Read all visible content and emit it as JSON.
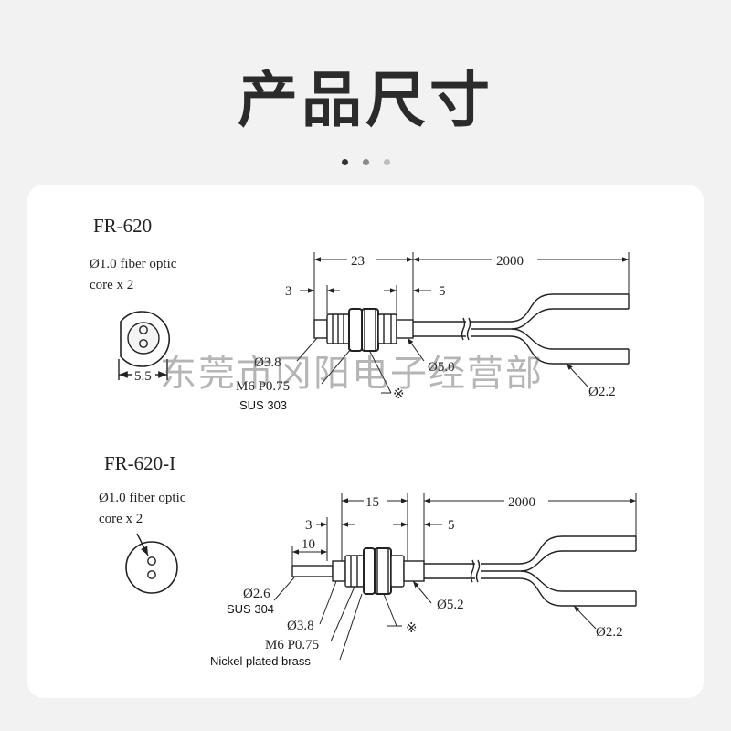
{
  "page": {
    "title": "产品尺寸",
    "watermark": "东莞市冈阳电子经营部",
    "dot_colors": [
      "#333333",
      "#8a8a8a",
      "#bdbdbd"
    ]
  },
  "diagrams": [
    {
      "model": "FR-620",
      "note_line1": "Ø1.0 fiber optic",
      "note_line2": "core x 2",
      "dims": {
        "width": "5.5",
        "len_body": "23",
        "len_cable": "2000",
        "tip": "3",
        "sleeve": "5",
        "dia_tip": "Ø3.8",
        "thread": "M6 P0.75",
        "material": "SUS 303",
        "dia_body": "Ø5.0",
        "mark": "※",
        "dia_cable": "Ø2.2"
      }
    },
    {
      "model": "FR-620-I",
      "note_line1": "Ø1.0 fiber optic",
      "note_line2": "core x 2",
      "dims": {
        "len_body": "15",
        "len_cable": "2000",
        "tip": "3",
        "sleeve": "5",
        "probe": "10",
        "dia_probe": "Ø2.6",
        "probe_material": "SUS 304",
        "dia_tip": "Ø3.8",
        "thread": "M6 P0.75",
        "material": "Nickel plated brass",
        "dia_body": "Ø5.2",
        "mark": "※",
        "dia_cable": "Ø2.2"
      }
    }
  ]
}
